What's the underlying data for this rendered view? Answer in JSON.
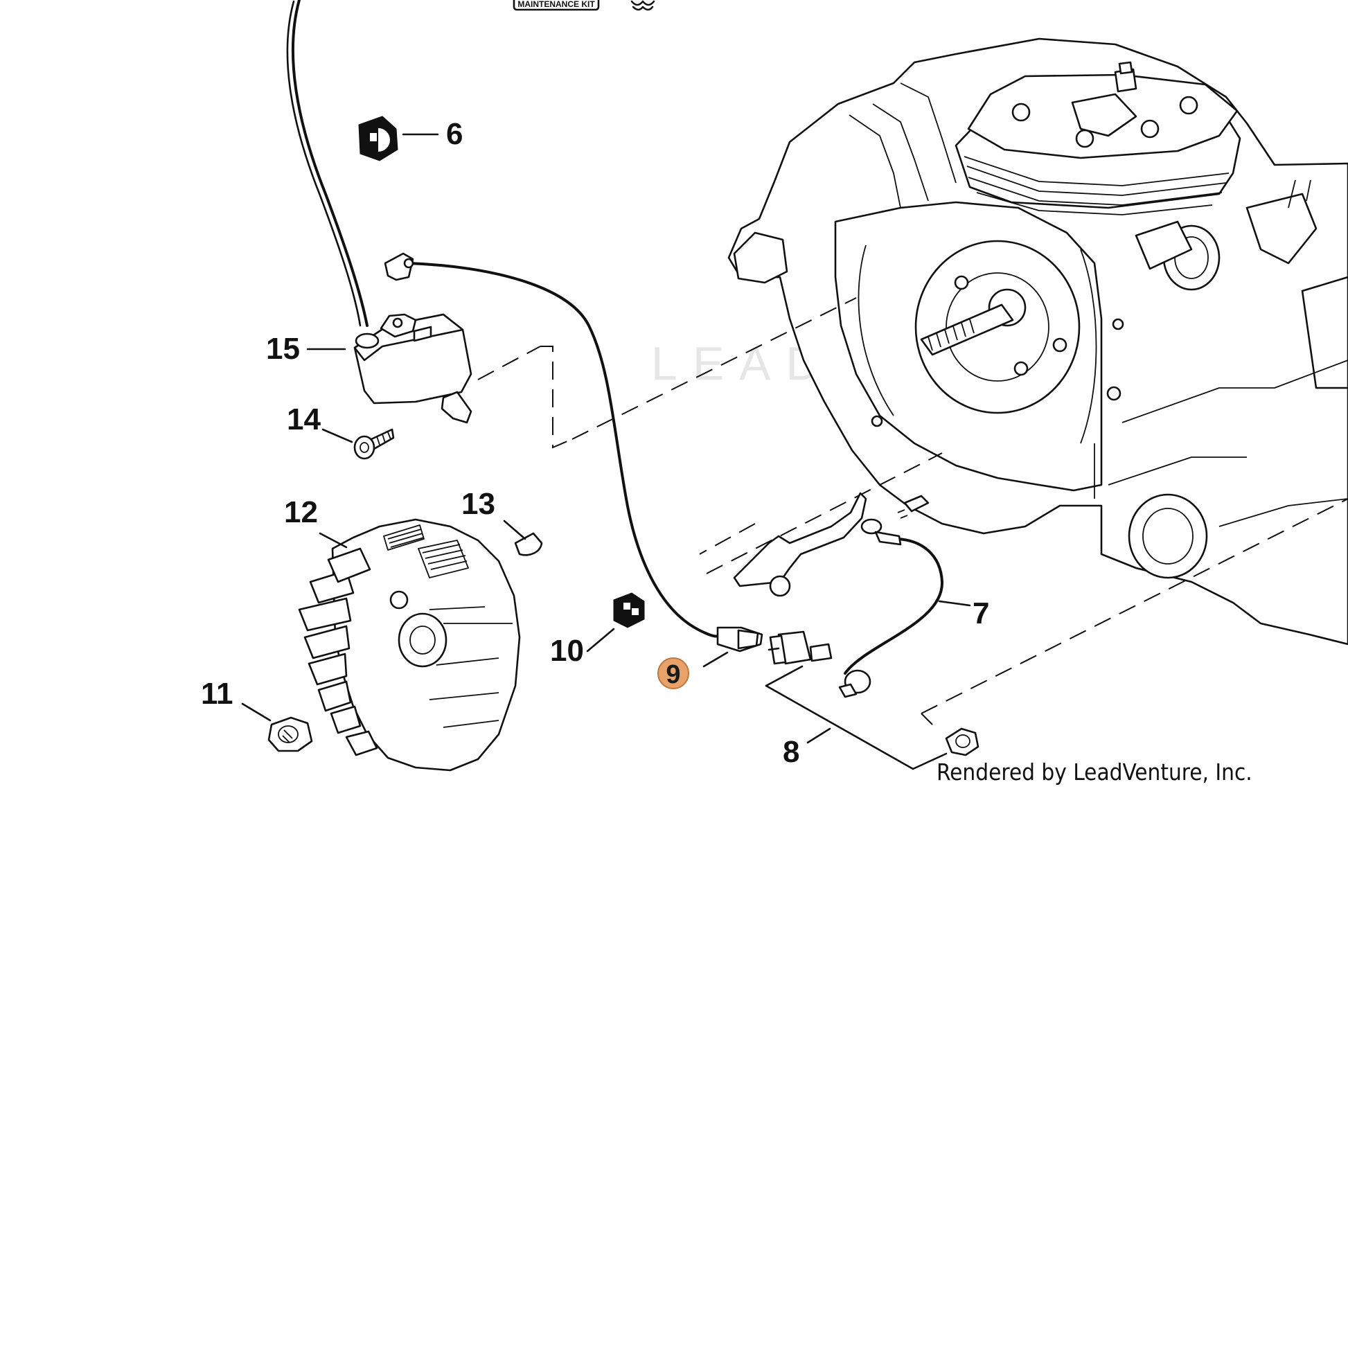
{
  "diagram": {
    "top_kit_label": "MAINTENANCE KIT",
    "watermark": "LEADVENTURE",
    "credit": "Rendered by LeadVenture, Inc.",
    "highlight_color": "#e8a26a",
    "callouts": [
      {
        "id": "6",
        "label": "6"
      },
      {
        "id": "7",
        "label": "7"
      },
      {
        "id": "8",
        "label": "8"
      },
      {
        "id": "9",
        "label": "9",
        "highlighted": true
      },
      {
        "id": "10",
        "label": "10"
      },
      {
        "id": "11",
        "label": "11"
      },
      {
        "id": "12",
        "label": "12"
      },
      {
        "id": "13",
        "label": "13"
      },
      {
        "id": "14",
        "label": "14"
      },
      {
        "id": "15",
        "label": "15"
      }
    ]
  }
}
